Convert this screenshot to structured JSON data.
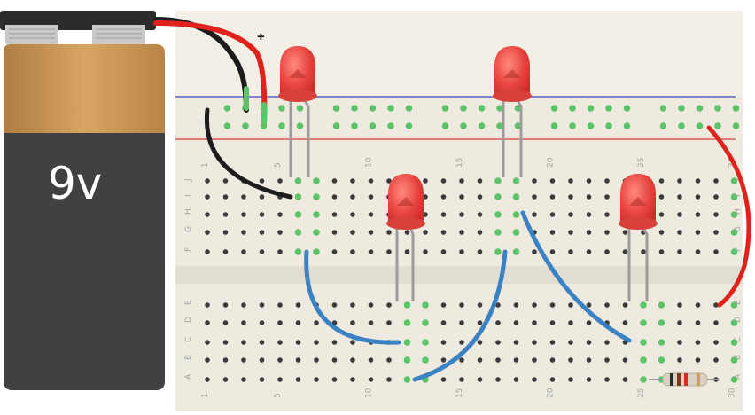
{
  "battery": {
    "label": "9v",
    "plus_sign": "+"
  },
  "breadboard": {
    "column_numbers": [
      "1",
      "5",
      "10",
      "15",
      "20",
      "25",
      "30"
    ],
    "row_letters_top": [
      "J",
      "I",
      "H",
      "G",
      "F"
    ],
    "row_letters_bottom": [
      "E",
      "D",
      "C",
      "B",
      "A"
    ]
  },
  "colors": {
    "led_red": "#e8463f",
    "wire_red": "#e0221c",
    "wire_black": "#1c1c1c",
    "wire_blue": "#3a82c4",
    "battery_body": "#3f4142",
    "battery_cap": "#c99455",
    "board": "#efeadf",
    "active_hole": "#5cc36a"
  },
  "components": {
    "leds": [
      "led-1",
      "led-2",
      "led-3",
      "led-4"
    ],
    "wires": [
      "red-wire",
      "black-wire",
      "blue-wire-1",
      "blue-wire-2",
      "blue-wire-3",
      "red-jumper"
    ],
    "resistor": "resistor"
  }
}
